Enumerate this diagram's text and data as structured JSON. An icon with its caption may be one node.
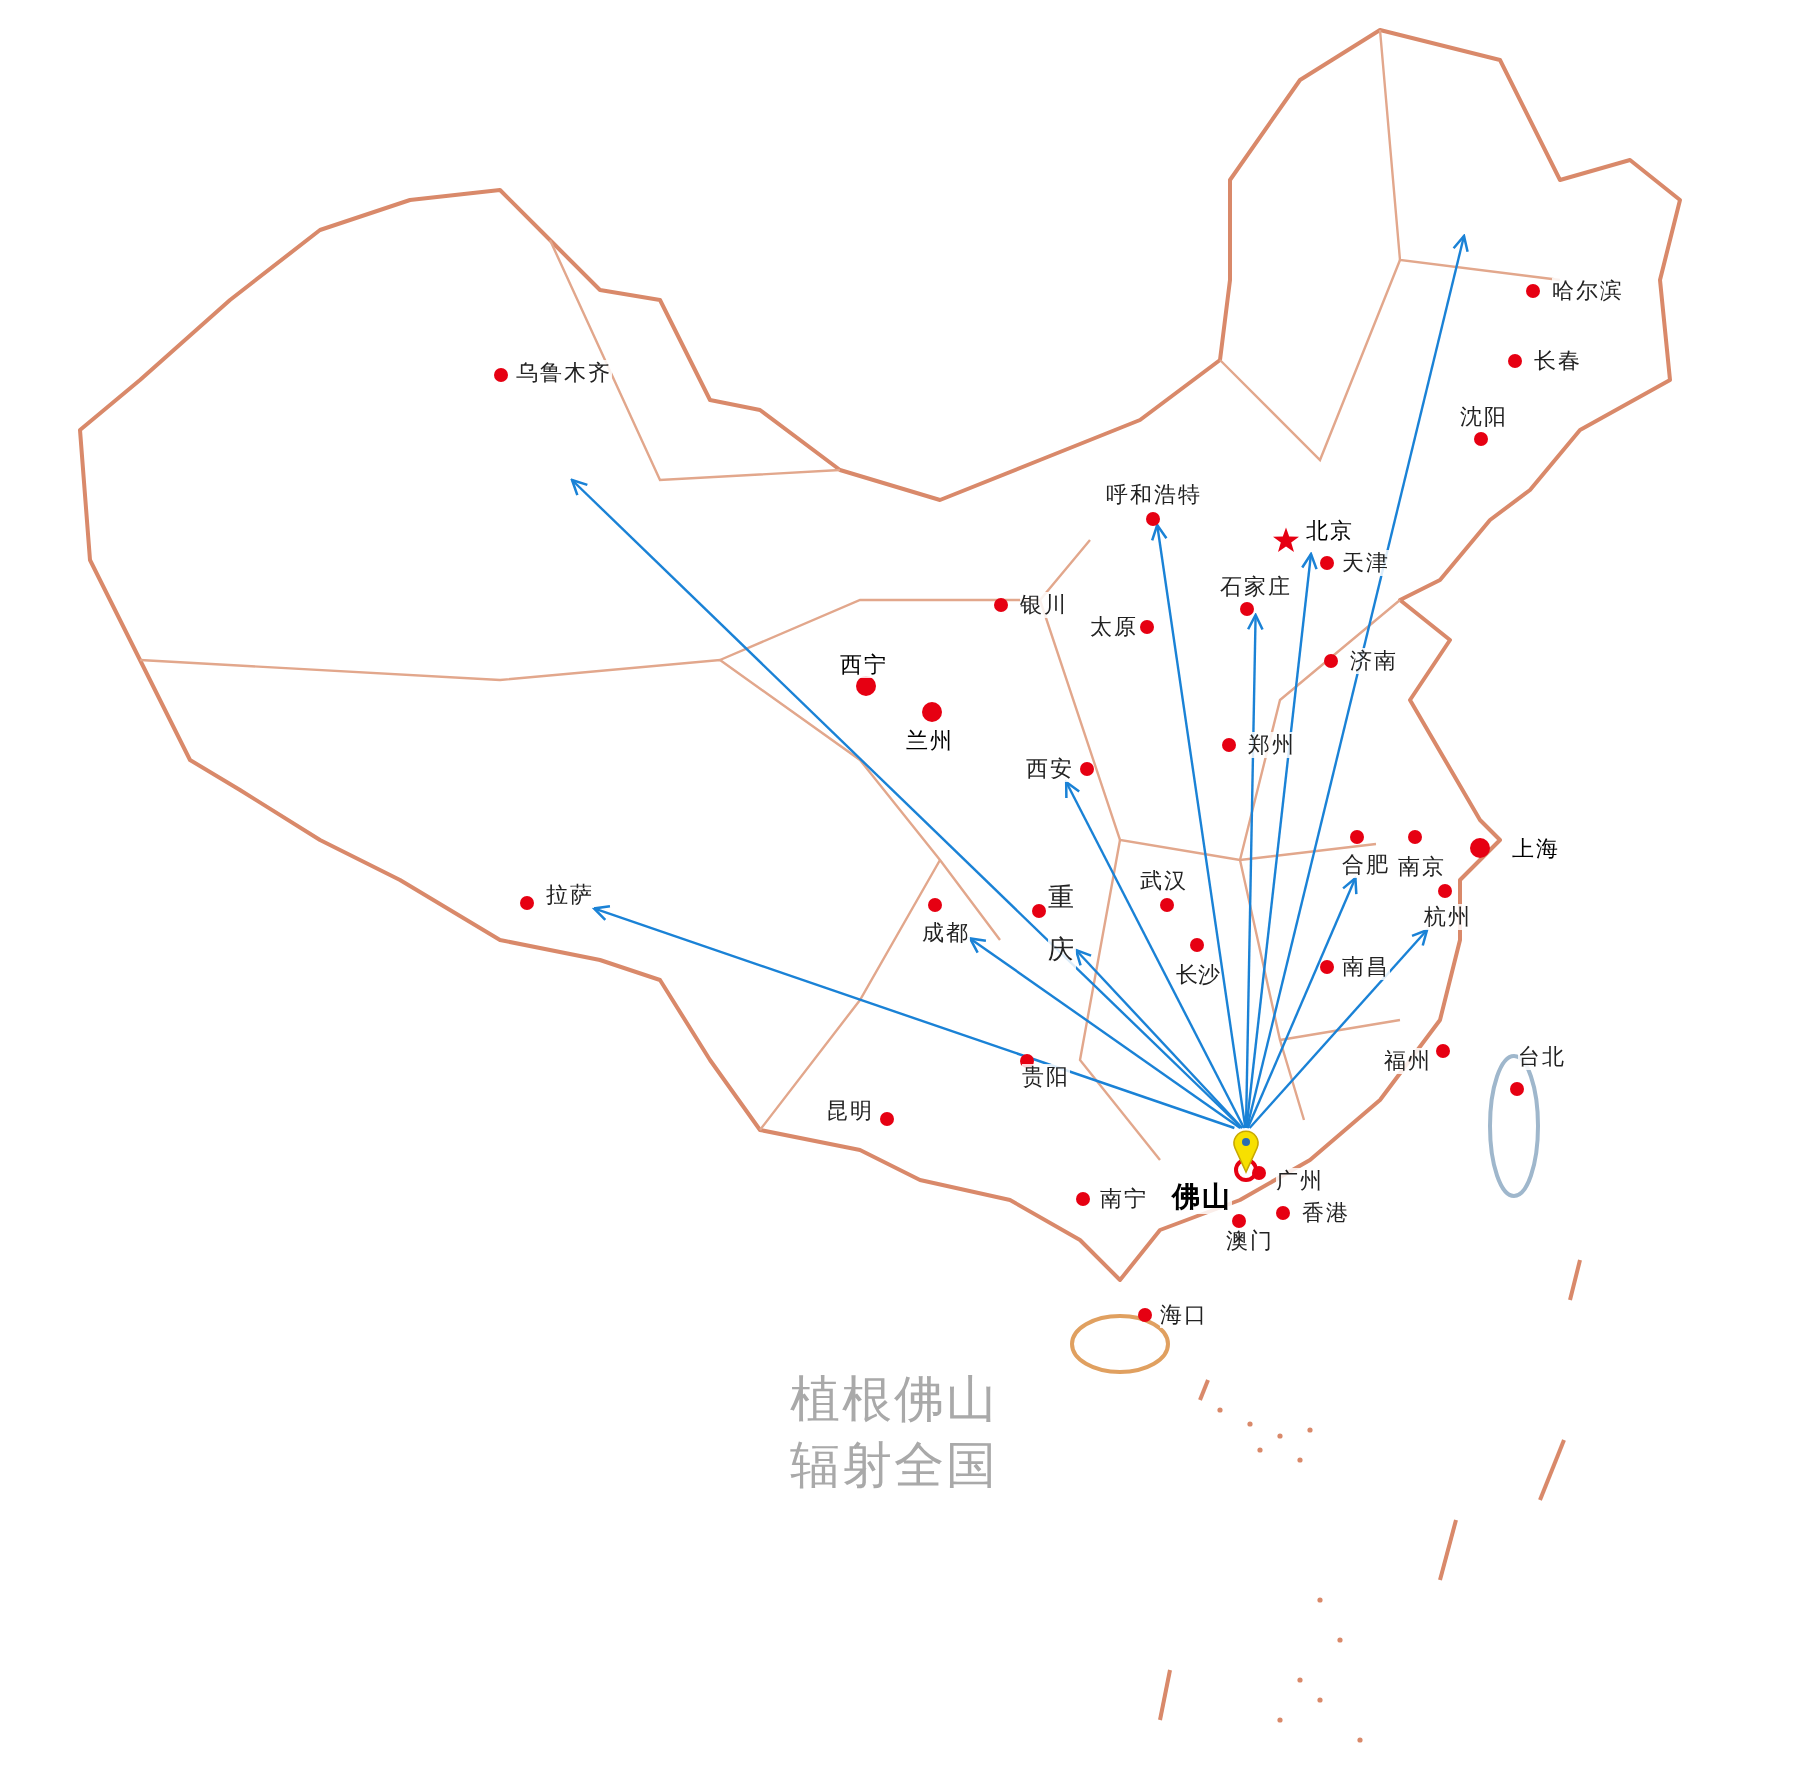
{
  "diagram": {
    "nodes": [
      {
        "text": [
          "乌鲁木齐"
        ]
      },
      {
        "text": [
          "哈尔滨"
        ]
      },
      {
        "text": [
          "长春"
        ]
      },
      {
        "text": [
          "沈阳"
        ]
      },
      {
        "text": [
          "呼和浩特"
        ]
      },
      {
        "text": [
          "北京"
        ]
      },
      {
        "text": [
          "天津"
        ]
      },
      {
        "text": [
          "石家庄"
        ]
      },
      {
        "text": [
          "银川"
        ]
      },
      {
        "text": [
          "太原"
        ]
      },
      {
        "text": [
          "西宁"
        ]
      },
      {
        "text": [
          "济南"
        ]
      },
      {
        "text": [
          "兰州"
        ]
      },
      {
        "text": [
          "郑州"
        ]
      },
      {
        "text": [
          "西安"
        ]
      },
      {
        "text": [
          "上海"
        ]
      },
      {
        "text": [
          "合肥"
        ]
      },
      {
        "text": [
          "南京"
        ]
      },
      {
        "text": [
          "武汉"
        ]
      },
      {
        "text": [
          "重庆"
        ]
      },
      {
        "text": [
          "拉萨"
        ]
      },
      {
        "text": [
          "杭州"
        ]
      },
      {
        "text": [
          "成都"
        ]
      },
      {
        "text": [
          "南昌"
        ]
      },
      {
        "text": [
          "长沙"
        ]
      },
      {
        "text": [
          "福州"
        ]
      },
      {
        "text": [
          "台北"
        ]
      },
      {
        "text": [
          "贵阳"
        ]
      },
      {
        "text": [
          "昆明"
        ]
      },
      {
        "text": [
          "广州"
        ]
      },
      {
        "text": [
          "南宁"
        ]
      },
      {
        "text": [
          "佛山"
        ]
      },
      {
        "text": [
          "香港"
        ]
      },
      {
        "text": [
          "澳门"
        ]
      },
      {
        "text": [
          "海口"
        ]
      }
    ],
    "edges": [
      {
        "from": 31,
        "to": null,
        "arrow": "to"
      },
      {
        "from": 31,
        "to": 20,
        "arrow": "to"
      },
      {
        "from": 31,
        "to": 22,
        "arrow": "to"
      },
      {
        "from": 31,
        "to": 19,
        "arrow": "to"
      },
      {
        "from": 31,
        "to": 14,
        "arrow": "to"
      },
      {
        "from": 31,
        "to": 4,
        "arrow": "to"
      },
      {
        "from": 31,
        "to": 7,
        "arrow": "to"
      },
      {
        "from": 31,
        "to": 5,
        "arrow": "to"
      },
      {
        "from": 31,
        "to": null,
        "arrow": "to"
      },
      {
        "from": 31,
        "to": 16,
        "arrow": "to"
      },
      {
        "from": 31,
        "to": 21,
        "arrow": "to"
      }
    ],
    "labels": [
      "植根佛山辐射全国"
    ]
  }
}
